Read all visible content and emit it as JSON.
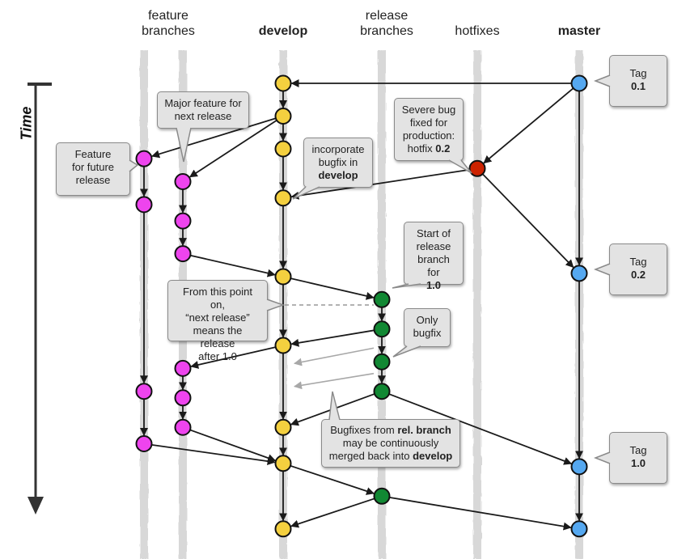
{
  "lanes": [
    {
      "id": "feature1",
      "title_line1": "feature",
      "title_line2": "branches",
      "bold": false
    },
    {
      "id": "feature2",
      "title_line1": "",
      "title_line2": "",
      "bold": false
    },
    {
      "id": "develop",
      "title_line1": "",
      "title_line2": "develop",
      "bold": true
    },
    {
      "id": "release",
      "title_line1": "release",
      "title_line2": "branches",
      "bold": false
    },
    {
      "id": "hotfixes",
      "title_line1": "",
      "title_line2": "hotfixes",
      "bold": false
    },
    {
      "id": "master",
      "title_line1": "",
      "title_line2": "master",
      "bold": true
    }
  ],
  "time_axis": {
    "label": "Time"
  },
  "colors": {
    "feature": "#ee44ee",
    "develop": "#f4d03f",
    "release": "#118833",
    "hotfix": "#cc2200",
    "master": "#55a8f0",
    "lane_bg": "#d8d8d8",
    "edge": "#1a1a1a",
    "edge_faded": "#a8a8a8",
    "callout_bg": "#e3e3e3"
  },
  "commits": [
    {
      "id": "m1",
      "lane": "master",
      "row": 0
    },
    {
      "id": "d1",
      "lane": "develop",
      "row": 0
    },
    {
      "id": "d2",
      "lane": "develop",
      "row": 1
    },
    {
      "id": "d3",
      "lane": "develop",
      "row": 2
    },
    {
      "id": "f1a",
      "lane": "feature1",
      "row": 2.3
    },
    {
      "id": "h1",
      "lane": "hotfixes",
      "row": 2.6
    },
    {
      "id": "f2a",
      "lane": "feature2",
      "row": 3
    },
    {
      "id": "d4",
      "lane": "develop",
      "row": 3.5
    },
    {
      "id": "f1b",
      "lane": "feature1",
      "row": 3.7
    },
    {
      "id": "f2b",
      "lane": "feature2",
      "row": 4.2
    },
    {
      "id": "f2c",
      "lane": "feature2",
      "row": 5.2
    },
    {
      "id": "m2",
      "lane": "master",
      "row": 5.8
    },
    {
      "id": "d5",
      "lane": "develop",
      "row": 5.9
    },
    {
      "id": "r1",
      "lane": "release",
      "row": 6.6
    },
    {
      "id": "r2",
      "lane": "release",
      "row": 7.5
    },
    {
      "id": "d6",
      "lane": "develop",
      "row": 8.0
    },
    {
      "id": "r3",
      "lane": "release",
      "row": 8.5
    },
    {
      "id": "f2d",
      "lane": "feature2",
      "row": 8.7
    },
    {
      "id": "f1c",
      "lane": "feature1",
      "row": 9.4
    },
    {
      "id": "f2e",
      "lane": "feature2",
      "row": 9.6
    },
    {
      "id": "r4",
      "lane": "release",
      "row": 9.4
    },
    {
      "id": "d7",
      "lane": "develop",
      "row": 10.5
    },
    {
      "id": "f2f",
      "lane": "feature2",
      "row": 10.5
    },
    {
      "id": "f1d",
      "lane": "feature1",
      "row": 11
    },
    {
      "id": "d8",
      "lane": "develop",
      "row": 11.6
    },
    {
      "id": "m3",
      "lane": "master",
      "row": 11.7
    },
    {
      "id": "r5",
      "lane": "release",
      "row": 12.6
    },
    {
      "id": "d9",
      "lane": "develop",
      "row": 13.6
    },
    {
      "id": "m4",
      "lane": "master",
      "row": 13.6
    }
  ],
  "edges": [
    {
      "from": "m1",
      "to": "d1"
    },
    {
      "from": "d1",
      "to": "d2"
    },
    {
      "from": "d2",
      "to": "d3"
    },
    {
      "from": "d2",
      "to": "f1a"
    },
    {
      "from": "d2",
      "to": "f2a"
    },
    {
      "from": "m1",
      "to": "h1"
    },
    {
      "from": "h1",
      "to": "d4"
    },
    {
      "from": "h1",
      "to": "m2"
    },
    {
      "from": "d3",
      "to": "d4"
    },
    {
      "from": "f1a",
      "to": "f1b"
    },
    {
      "from": "f2a",
      "to": "f2b"
    },
    {
      "from": "f2b",
      "to": "f2c"
    },
    {
      "from": "m1",
      "to": "m2"
    },
    {
      "from": "d4",
      "to": "d5"
    },
    {
      "from": "f2c",
      "to": "d5"
    },
    {
      "from": "d5",
      "to": "r1"
    },
    {
      "from": "r1",
      "to": "r2"
    },
    {
      "from": "r2",
      "to": "d6"
    },
    {
      "from": "d5",
      "to": "d6"
    },
    {
      "from": "d6",
      "to": "f2d"
    },
    {
      "from": "r2",
      "to": "r3"
    },
    {
      "from": "r3",
      "to": "r4"
    },
    {
      "from": "f2d",
      "to": "f2e"
    },
    {
      "from": "f2e",
      "to": "f2f"
    },
    {
      "from": "f1b",
      "to": "f1c"
    },
    {
      "from": "f1c",
      "to": "f1d"
    },
    {
      "from": "r4",
      "to": "d7"
    },
    {
      "from": "d6",
      "to": "d7"
    },
    {
      "from": "d7",
      "to": "d8"
    },
    {
      "from": "f2f",
      "to": "d8"
    },
    {
      "from": "f1d",
      "to": "d8"
    },
    {
      "from": "r4",
      "to": "m3"
    },
    {
      "from": "m2",
      "to": "m3"
    },
    {
      "from": "d8",
      "to": "r5"
    },
    {
      "from": "d8",
      "to": "d9"
    },
    {
      "from": "r5",
      "to": "d9"
    },
    {
      "from": "r5",
      "to": "m4"
    },
    {
      "from": "m3",
      "to": "m4"
    },
    {
      "from": "r3",
      "to": "d6x",
      "faded": true
    },
    {
      "from": "r4x",
      "to": "d7x",
      "faded": true
    }
  ],
  "callouts": [
    {
      "id": "feature-future",
      "lines": [
        "Feature",
        "for future",
        "release"
      ]
    },
    {
      "id": "major-feature",
      "lines": [
        "Major feature for",
        "next release"
      ]
    },
    {
      "id": "incorporate-bugfix",
      "lines": [
        "incorporate",
        "bugfix in"
      ],
      "bold_line": "develop"
    },
    {
      "id": "severe-bug",
      "lines": [
        "Severe bug",
        "fixed for",
        "production:"
      ],
      "mixed": {
        "text": "hotfix ",
        "bold": "0.2"
      }
    },
    {
      "id": "start-release",
      "lines": [
        "Start of",
        "release",
        "branch for"
      ],
      "bold_line": "1.0"
    },
    {
      "id": "next-release-meaning",
      "lines": [
        "From this point on,",
        "“next release”",
        "means the release",
        "after 1.0"
      ]
    },
    {
      "id": "only-bugfix",
      "lines": [
        "Only",
        "bugfix"
      ]
    },
    {
      "id": "bugfixes-merged",
      "line1": {
        "text": "Bugfixes from ",
        "bold": "rel. branch"
      },
      "line2": "may be continuously",
      "line3": {
        "text": "merged back into ",
        "bold": "develop"
      }
    },
    {
      "id": "tag-01",
      "label": "Tag",
      "version": "0.1"
    },
    {
      "id": "tag-02",
      "label": "Tag",
      "version": "0.2"
    },
    {
      "id": "tag-10",
      "label": "Tag",
      "version": "1.0"
    }
  ]
}
